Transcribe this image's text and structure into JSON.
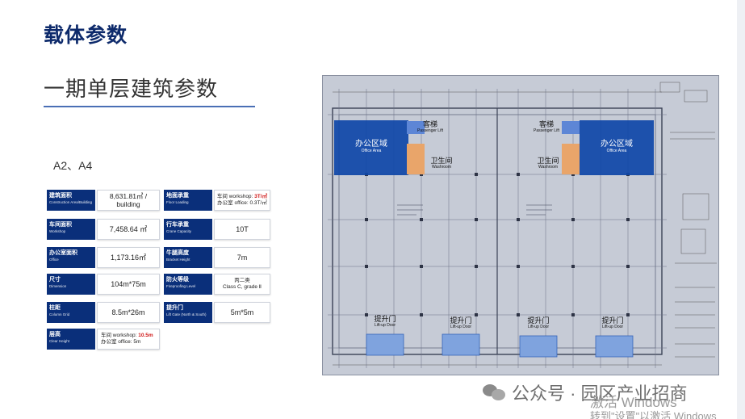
{
  "title": "载体参数",
  "subtitle": "一期单层建筑参数",
  "units": "A2、A4",
  "params": {
    "row1": {
      "l_cn": "建筑面积",
      "l_en": "Construction Area/Building",
      "value": "8,631.81㎡ / building",
      "r_cn": "地面承重",
      "r_en": "Floor Loading",
      "r_line1_pre": "车间 workshop: ",
      "r_line1_red": "3T/㎡",
      "r_line2": "办公室 office: 0.3T/㎡"
    },
    "row2": {
      "l_cn": "车间面积",
      "l_en": "Workshop",
      "value": "7,458.64 ㎡",
      "r_cn": "行车承重",
      "r_en": "Crane Capacity",
      "r_value": "10T"
    },
    "row3": {
      "l_cn": "办公室面积",
      "l_en": "Office",
      "value": "1,173.16㎡",
      "r_cn": "牛腿高度",
      "r_en": "Bracket Height",
      "r_value": "7m"
    },
    "row4": {
      "l_cn": "尺寸",
      "l_en": "Dimension",
      "value": "104m*75m",
      "r_cn": "防火等级",
      "r_en": "Fireproofing Level",
      "r_line1": "丙二类",
      "r_line2": "Class C, grade Ⅱ"
    },
    "row5": {
      "l_cn": "柱距",
      "l_en": "Column Grid",
      "value": "8.5m*26m",
      "r_cn": "提升门",
      "r_en": "Lift Gate (North & South)",
      "r_value": "5m*5m"
    },
    "row6": {
      "l_cn": "层高",
      "l_en": "Clear Height",
      "line1_pre": "车间 workshop: ",
      "line1_red": "10.5m",
      "line2": "办公室 office: 5m"
    }
  },
  "plan": {
    "office_left": {
      "cn": "办公区域",
      "en": "Office Area"
    },
    "office_right": {
      "cn": "办公区域",
      "en": "Office Area"
    },
    "lift_left": {
      "cn": "客梯",
      "en": "Passenger Lift"
    },
    "lift_right": {
      "cn": "客梯",
      "en": "Passenger Lift"
    },
    "wash_left": {
      "cn": "卫生间",
      "en": "Washroom"
    },
    "wash_right": {
      "cn": "卫生间",
      "en": "Washroom"
    },
    "door": {
      "cn": "提升门",
      "en": "Lift-up Door"
    }
  },
  "colors": {
    "navy": "#0a2f7a",
    "office_blue": "#0e47a8",
    "washroom_orange": "#e9a56a",
    "door_blue": "#7fa3de",
    "red": "#d01818"
  },
  "watermark": "公众号 · 园区产业招商",
  "activation_line1": "激活 Windows",
  "activation_line2": "转到\"设置\"以激活 Windows"
}
